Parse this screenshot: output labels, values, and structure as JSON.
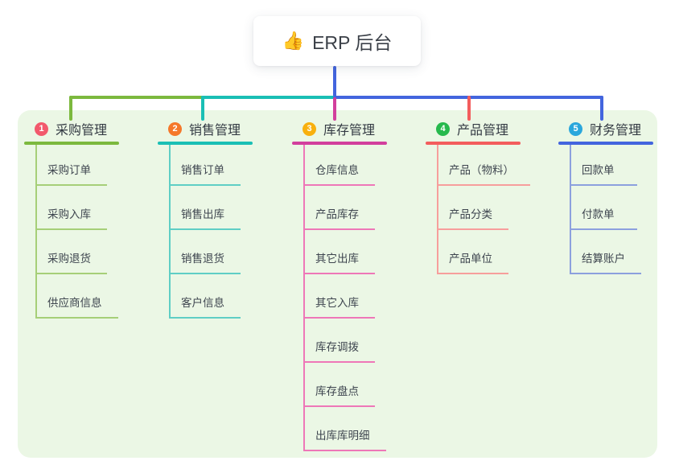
{
  "root": {
    "emoji": "👍",
    "label": "ERP 后台"
  },
  "canvas": {
    "background": "#FFFFFF",
    "panel_color": "#EBF7E5",
    "root_connector_color": "#4365DE",
    "root_text_color": "#3B4048"
  },
  "branches": [
    {
      "number": "1",
      "label": "采购管理",
      "badge_color": "#F2596C",
      "line_color": "#7CB93E",
      "sub_line_color": "#A6CF78",
      "items": [
        "采购订单",
        "采购入库",
        "采购退货",
        "供应商信息"
      ]
    },
    {
      "number": "2",
      "label": "销售管理",
      "badge_color": "#F5782A",
      "line_color": "#1ABFB5",
      "sub_line_color": "#5FCEC5",
      "items": [
        "销售订单",
        "销售出库",
        "销售退货",
        "客户信息"
      ]
    },
    {
      "number": "3",
      "label": "库存管理",
      "badge_color": "#F8B00E",
      "line_color": "#D23F9D",
      "sub_line_color": "#EE77B8",
      "items": [
        "仓库信息",
        "产品库存",
        "其它出库",
        "其它入库",
        "库存调拨",
        "库存盘点",
        "出库库明细"
      ]
    },
    {
      "number": "4",
      "label": "产品管理",
      "badge_color": "#27B94D",
      "line_color": "#F35D5D",
      "sub_line_color": "#F79E9C",
      "items": [
        "产品（物料）",
        "产品分类",
        "产品单位"
      ]
    },
    {
      "number": "5",
      "label": "财务管理",
      "badge_color": "#2AA7DC",
      "line_color": "#4365DE",
      "sub_line_color": "#8CA0DE",
      "items": [
        "回款单",
        "付款单",
        "结算账户"
      ]
    }
  ]
}
